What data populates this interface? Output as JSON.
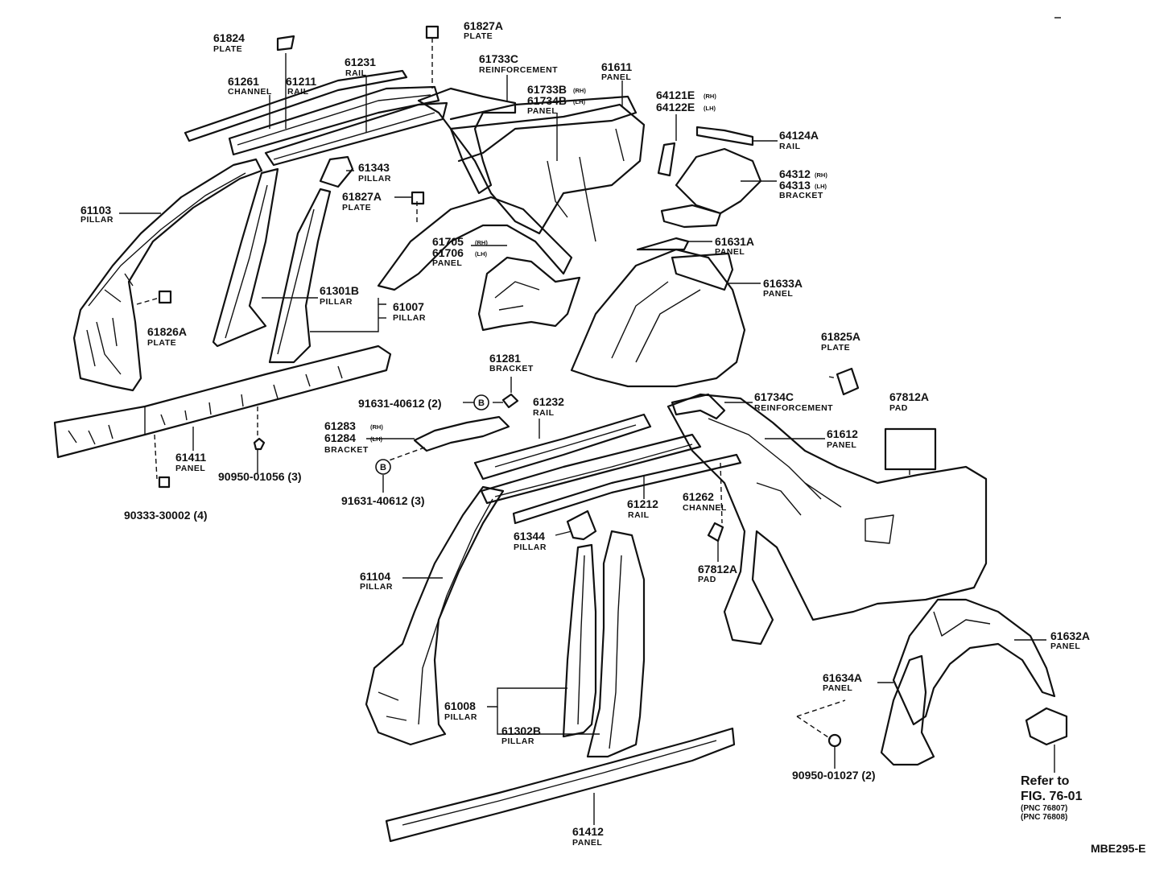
{
  "diagram_code": "MBE295-E",
  "reference": {
    "line1": "Refer to",
    "line2": "FIG. 76-01",
    "line3": "(PNC 76807)",
    "line4": "(PNC 76808)"
  },
  "bolt_marker": "B",
  "labels": {
    "l61824": {
      "num": "61824",
      "name": "PLATE"
    },
    "l61827A_top": {
      "num": "61827A",
      "name": "PLATE"
    },
    "l61261": {
      "num": "61261",
      "name": "CHANNEL"
    },
    "l61211": {
      "num": "61211",
      "name": "RAIL"
    },
    "l61231": {
      "num": "61231",
      "name": "RAIL"
    },
    "l61733C": {
      "num": "61733C",
      "name": "REINFORCEMENT"
    },
    "l61611": {
      "num": "61611",
      "name": "PANEL"
    },
    "l61733B": {
      "num": "61733B",
      "sub": "(RH)"
    },
    "l61734B": {
      "num": "61734B",
      "sub": "(LH)",
      "name": "PANEL"
    },
    "l64121E": {
      "num": "64121E",
      "sub": "(RH)"
    },
    "l64122E": {
      "num": "64122E",
      "sub": "(LH)"
    },
    "l64124A": {
      "num": "64124A",
      "name": "RAIL"
    },
    "l64312": {
      "num": "64312",
      "sub": "(RH)"
    },
    "l64313": {
      "num": "64313",
      "sub": "(LH)",
      "name": "BRACKET"
    },
    "l61343": {
      "num": "61343",
      "name": "PILLAR"
    },
    "l61827A_mid": {
      "num": "61827A",
      "name": "PLATE"
    },
    "l61103": {
      "num": "61103",
      "name": "PILLAR"
    },
    "l61705": {
      "num": "61705",
      "sub": "(RH)"
    },
    "l61706": {
      "num": "61706",
      "sub": "(LH)",
      "name": "PANEL"
    },
    "l61631A": {
      "num": "61631A",
      "name": "PANEL"
    },
    "l61633A": {
      "num": "61633A",
      "name": "PANEL"
    },
    "l61301B": {
      "num": "61301B",
      "name": "PILLAR"
    },
    "l61007": {
      "num": "61007",
      "name": "PILLAR"
    },
    "l61826A": {
      "num": "61826A",
      "name": "PLATE"
    },
    "l61825A": {
      "num": "61825A",
      "name": "PLATE"
    },
    "l61281": {
      "num": "61281",
      "name": "BRACKET"
    },
    "l91631_a": {
      "num": "91631-40612 (2)"
    },
    "l61734C": {
      "num": "61734C",
      "name": "REINFORCEMENT"
    },
    "l67812A_top": {
      "num": "67812A",
      "name": "PAD"
    },
    "l61232": {
      "num": "61232",
      "name": "RAIL"
    },
    "l61283": {
      "num": "61283",
      "sub": "(RH)"
    },
    "l61284": {
      "num": "61284",
      "sub": "(LH)",
      "name": "BRACKET"
    },
    "l61612": {
      "num": "61612",
      "name": "PANEL"
    },
    "l61411": {
      "num": "61411",
      "name": "PANEL"
    },
    "l90950_01056": {
      "num": "90950-01056 (3)"
    },
    "l91631_b": {
      "num": "91631-40612 (3)"
    },
    "l90333": {
      "num": "90333-30002 (4)"
    },
    "l61212": {
      "num": "61212",
      "name": "RAIL"
    },
    "l61262": {
      "num": "61262",
      "name": "CHANNEL"
    },
    "l61344": {
      "num": "61344",
      "name": "PILLAR"
    },
    "l61104": {
      "num": "61104",
      "name": "PILLAR"
    },
    "l67812A_mid": {
      "num": "67812A",
      "name": "PAD"
    },
    "l61632A": {
      "num": "61632A",
      "name": "PANEL"
    },
    "l61634A": {
      "num": "61634A",
      "name": "PANEL"
    },
    "l61008": {
      "num": "61008",
      "name": "PILLAR"
    },
    "l61302B": {
      "num": "61302B",
      "name": "PILLAR"
    },
    "l90950_01027": {
      "num": "90950-01027 (2)"
    },
    "l61412": {
      "num": "61412",
      "name": "PANEL"
    }
  }
}
